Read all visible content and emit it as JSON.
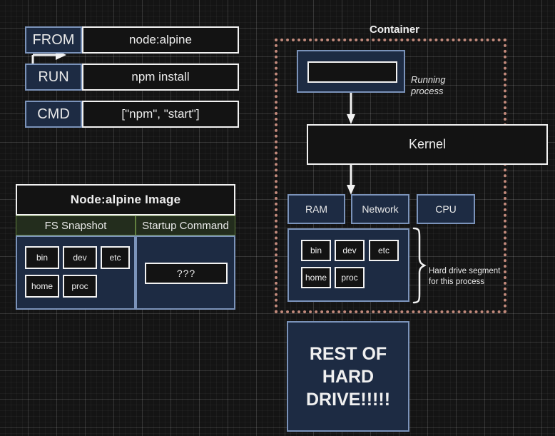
{
  "dockerfile": {
    "rows": [
      {
        "key": "FROM",
        "value": "node:alpine"
      },
      {
        "key": "RUN",
        "value": "npm install"
      },
      {
        "key": "CMD",
        "value": "[\"npm\", \"start\"]"
      }
    ]
  },
  "image_panel": {
    "title": "Node:alpine Image",
    "columns": [
      {
        "header": "FS Snapshot"
      },
      {
        "header": "Startup Command"
      }
    ],
    "fs_entries": [
      "bin",
      "dev",
      "etc",
      "home",
      "proc"
    ],
    "startup_command": "???"
  },
  "container": {
    "label": "Container",
    "running_process_label": "Running\nprocess",
    "running_process_value": "",
    "kernel": "Kernel",
    "resources": [
      "RAM",
      "Network",
      "CPU"
    ],
    "fs_entries": [
      "bin",
      "dev",
      "etc",
      "home",
      "proc"
    ],
    "hard_drive_note": "Hard drive segment\nfor this process"
  },
  "rest_of_drive": {
    "label": "REST OF\nHARD\nDRIVE!!!!!"
  },
  "colors": {
    "background": "#141414",
    "node_blue_fill": "#1d2b43",
    "node_blue_border": "#7b93ba",
    "node_black_fill": "#131313",
    "node_white_border": "#f2f2f2",
    "header_green_fill": "#232d1d",
    "header_green_border": "#61803f",
    "container_dotted": "#c28a7c",
    "text": "#e9e9e9"
  }
}
